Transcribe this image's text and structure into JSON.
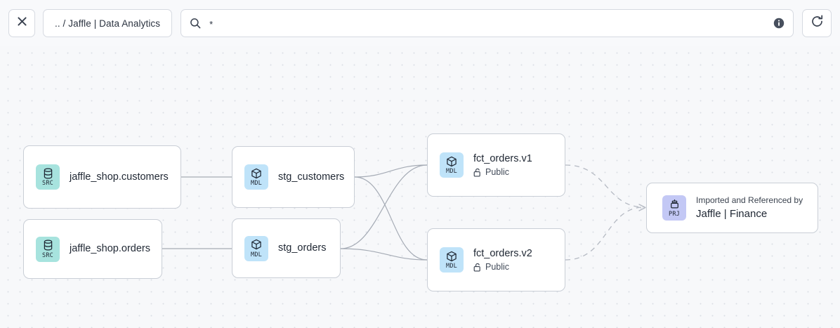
{
  "toolbar": {
    "close_label": "close-icon",
    "breadcrumb": ".. / Jaffle | Data Analytics",
    "search": {
      "icon": "search-icon",
      "value": "*",
      "placeholder": "",
      "info_icon": "info-icon"
    },
    "refresh_label": "refresh-icon"
  },
  "graph": {
    "nodes": [
      {
        "id": "src-customers",
        "badge": "SRC",
        "badge_icon": "database-icon",
        "badge_color": "#a7e3de",
        "title": "jaffle_shop.customers"
      },
      {
        "id": "src-orders",
        "badge": "SRC",
        "badge_icon": "database-icon",
        "badge_color": "#a7e3de",
        "title": "jaffle_shop.orders"
      },
      {
        "id": "stg-customers",
        "badge": "MDL",
        "badge_icon": "cube-icon",
        "badge_color": "#bfe3f9",
        "title": "stg_customers"
      },
      {
        "id": "stg-orders",
        "badge": "MDL",
        "badge_icon": "cube-icon",
        "badge_color": "#bfe3f9",
        "title": "stg_orders"
      },
      {
        "id": "fct-orders-v1",
        "badge": "MDL",
        "badge_icon": "cube-icon",
        "badge_color": "#bfe3f9",
        "title": "fct_orders.v1",
        "subtitle": "Public",
        "subtitle_icon": "unlocked-padlock-icon"
      },
      {
        "id": "fct-orders-v2",
        "badge": "MDL",
        "badge_icon": "cube-icon",
        "badge_color": "#bfe3f9",
        "title": "fct_orders.v2",
        "subtitle": "Public",
        "subtitle_icon": "unlocked-padlock-icon"
      },
      {
        "id": "prj-jaffle-finance",
        "badge": "PRJ",
        "badge_icon": "project-box-icon",
        "badge_color": "#c3c8f5",
        "eyebrow": "Imported and Referenced by",
        "title": "Jaffle | Finance"
      }
    ]
  },
  "colors": {
    "canvas_bg": "#f7f8fa",
    "grid_dot": "#dcdfe6",
    "node_border": "#c9ced6",
    "edge_solid": "#a5abb5",
    "edge_dashed": "#b5bac3",
    "text_primary": "#1f2733"
  }
}
